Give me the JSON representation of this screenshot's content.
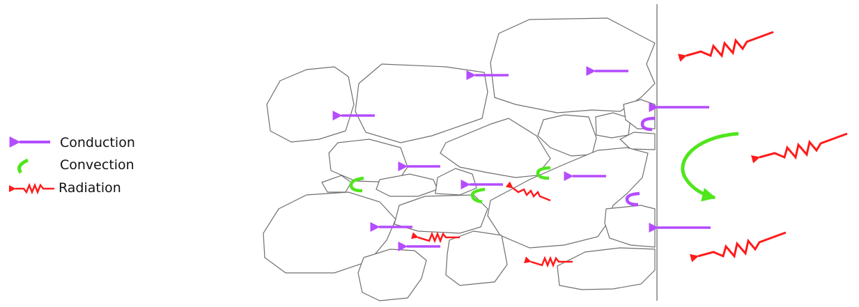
{
  "legend": {
    "conduction_label": "Conduction",
    "convection_label": "Convection",
    "radiation_label": "Radiation"
  },
  "colors": {
    "conduction": "#b44cff",
    "convection": "#4fe61c",
    "radiation": "#ff1a1a",
    "particle_outline": "#6e6e6e",
    "wall": "#8a8a8a"
  },
  "icons": {
    "conduction": "left-arrow-icon",
    "convection": "curved-arrow-icon",
    "radiation": "wavy-arrow-icon"
  }
}
